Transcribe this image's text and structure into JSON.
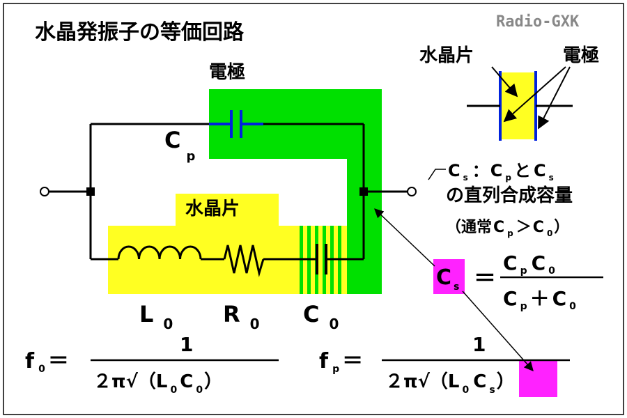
{
  "title": "水晶発振子の等価回路",
  "brand": "Radio-GXK",
  "colors": {
    "electrode_fill": "#00e000",
    "crystal_fill": "#ffff22",
    "highlight_fill": "#ff22ff",
    "electrode_line": "#0022dd",
    "wire": "#000000",
    "brand_text": "#888888"
  },
  "labels": {
    "electrode": "電極",
    "crystal": "水晶片",
    "cp": {
      "main": "C",
      "sub": "p"
    },
    "l0": {
      "main": "L",
      "sub": "0"
    },
    "r0": {
      "main": "R",
      "sub": "0"
    },
    "c0": {
      "main": "C",
      "sub": "0"
    }
  },
  "inset": {
    "crystal": "水晶片",
    "electrode": "電極"
  },
  "note": {
    "line1": {
      "a": "C",
      "a_sub": "s",
      "sep": "：",
      "b": "C",
      "b_sub": "p",
      "mid": "と",
      "c": "C",
      "c_sub": "s"
    },
    "line2": "の直列合成容量",
    "line3": {
      "open": "（通常",
      "a": "C",
      "a_sub": "p",
      "gt": "＞",
      "b": "C",
      "b_sub": "0",
      "close": "）"
    }
  },
  "cs_formula": {
    "lhs": "C",
    "lhs_sub": "s",
    "eq": "＝",
    "num": "C",
    "num_sub": "p",
    "num2": "C",
    "num2_sub": "0",
    "den": "C",
    "den_sub": "p",
    "plus": "＋",
    "den2": "C",
    "den2_sub": "0"
  },
  "f0_formula": {
    "lhs": "f",
    "lhs_sub": "0",
    "eq": "＝",
    "num": "1",
    "den_pre": "２π√（",
    "den_l": "L",
    "den_l_sub": "0",
    "den_c": "C",
    "den_c_sub": "0",
    "den_close": "）"
  },
  "fp_formula": {
    "lhs": "f",
    "lhs_sub": "p",
    "eq": "＝",
    "num": "1",
    "den_pre": "２π√（",
    "den_l": "L",
    "den_l_sub": "0",
    "den_c": "C",
    "den_c_sub": "s",
    "den_close": "）"
  }
}
